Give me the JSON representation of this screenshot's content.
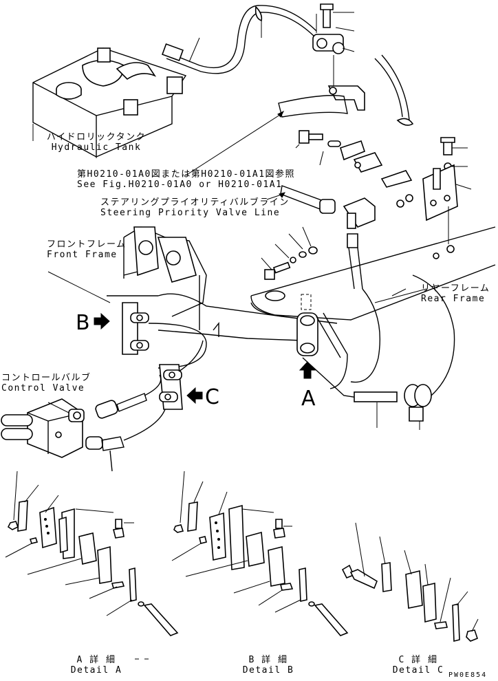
{
  "labels": {
    "hydraulic_tank_jp": "ハイドロリックタンク",
    "hydraulic_tank_en": "Hydraulic Tank",
    "see_fig_jp": "第H0210-01A0図または第H0210-01A1図参照",
    "see_fig_en": "See Fig.H0210-01A0 or H0210-01A1",
    "steering_line_jp": "ステアリングプライオリティバルブライン",
    "steering_line_en": "Steering Priority Valve Line",
    "front_frame_jp": "フロントフレーム",
    "front_frame_en": "Front Frame",
    "rear_frame_jp": "リヤーフレーム",
    "rear_frame_en": "Rear Frame",
    "control_valve_jp": "コントロールバルブ",
    "control_valve_en": "Control Valve",
    "view_a": "A",
    "view_b": "B",
    "view_c": "C",
    "detail_a_jp": "A 詳 細",
    "detail_a_en": "Detail A",
    "detail_b_jp": "B 詳 細",
    "detail_b_en": "Detail B",
    "detail_c_jp": "C 詳 細",
    "detail_c_en": "Detail C",
    "drawing_code": "PW0E854"
  }
}
